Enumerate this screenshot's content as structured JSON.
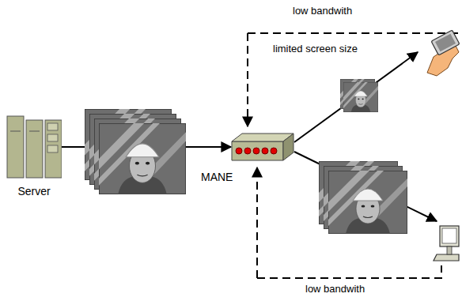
{
  "diagram": {
    "nodes": [
      {
        "text": [
          "Server"
        ]
      },
      {
        "text": [
          "MANE"
        ]
      }
    ],
    "edges": [
      {
        "from": 0,
        "to": 1,
        "arrow": "to"
      }
    ],
    "labels": [
      "low bandwith",
      "limited screen size",
      "low bandwith"
    ]
  }
}
